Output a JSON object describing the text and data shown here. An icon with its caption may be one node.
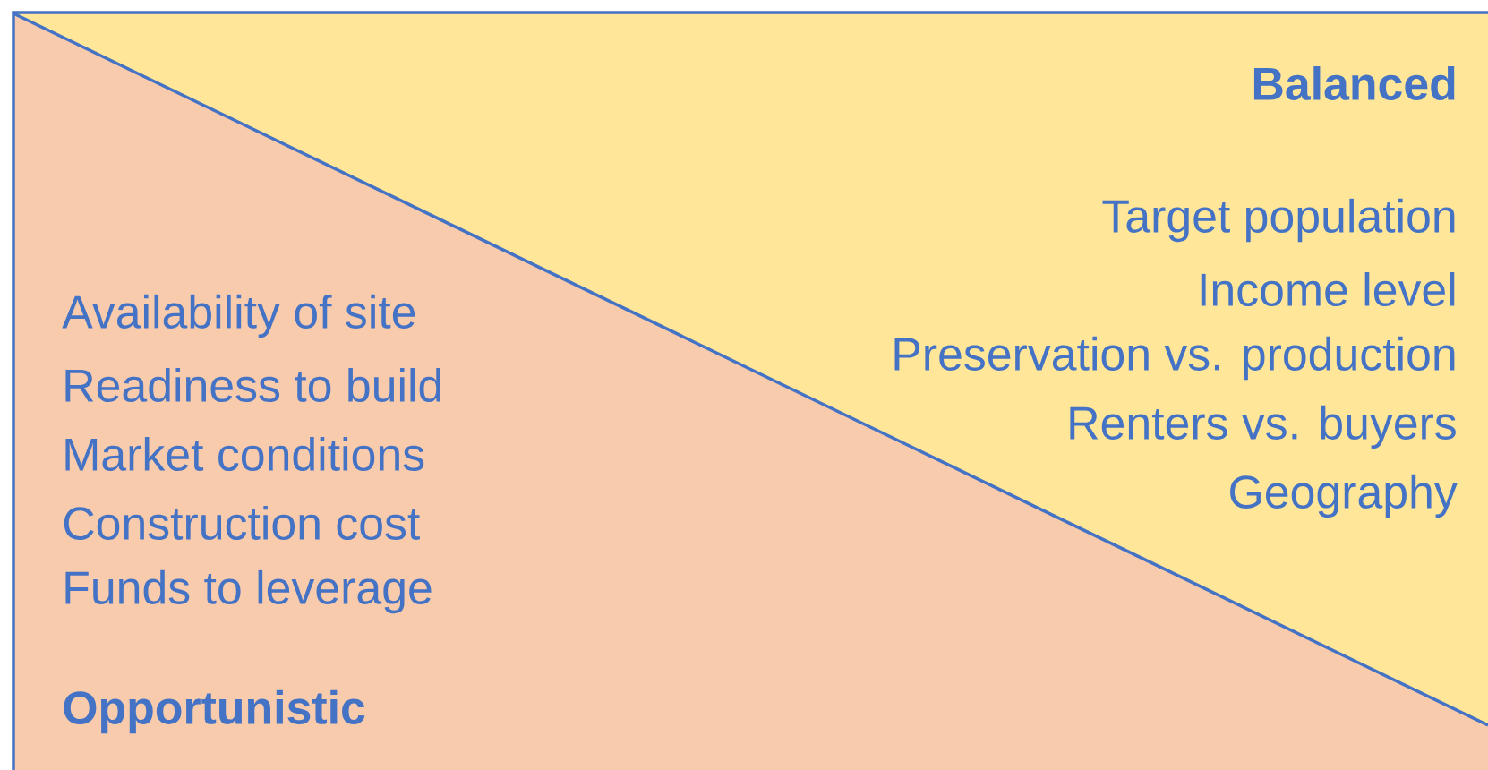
{
  "diagram": {
    "nodes": [
      {
        "text": [
          "Balanced",
          "Target population",
          "Income level",
          "Preservation vs. production",
          "Renters vs. buyers",
          "Geography"
        ]
      },
      {
        "text": [
          "Availability of site",
          "Readiness to build",
          "Market conditions",
          "Construction cost",
          "Funds to leverage",
          "Opportunistic"
        ]
      }
    ]
  }
}
